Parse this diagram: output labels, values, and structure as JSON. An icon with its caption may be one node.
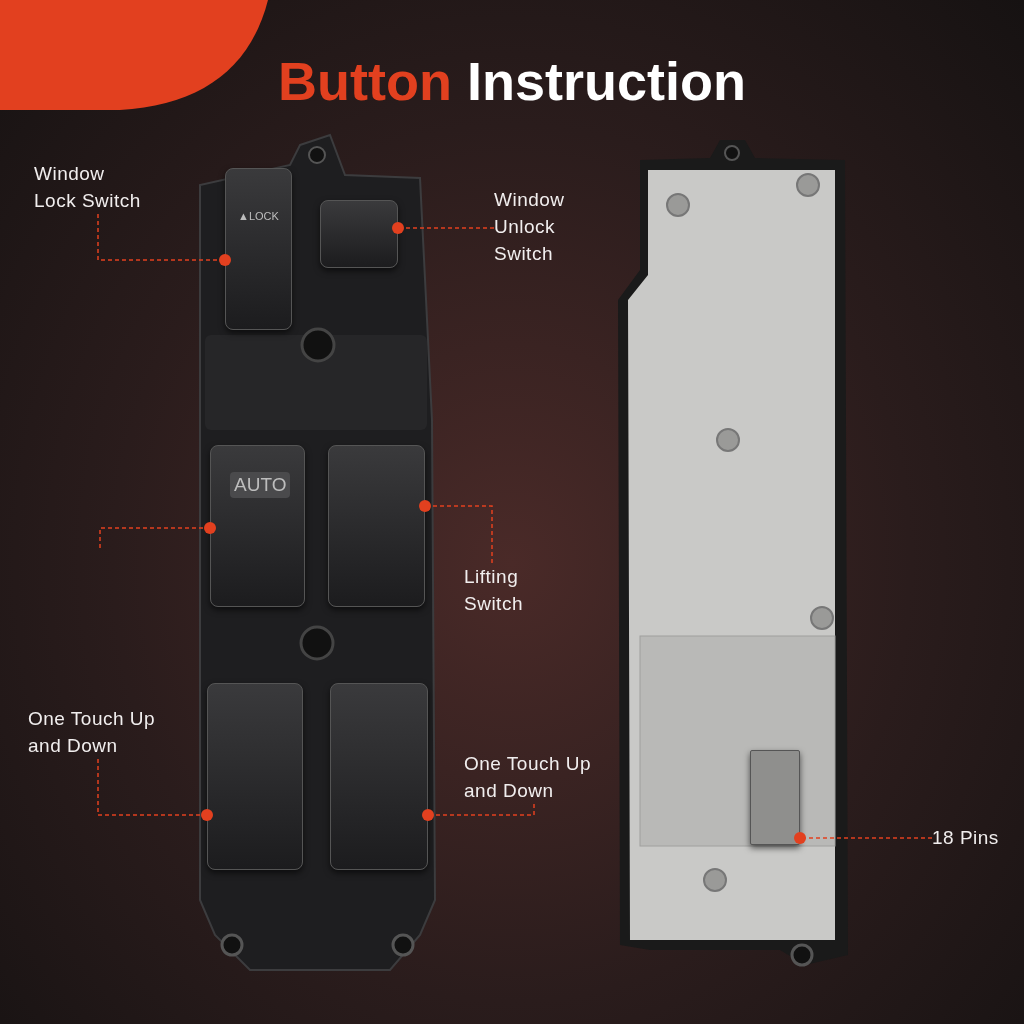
{
  "diagram": {
    "title": "Button Instruction",
    "nodes": [
      {
        "text": [
          "Window Lock Switch"
        ]
      },
      {
        "text": [
          "Window Unlock Switch"
        ]
      },
      {
        "text": [
          "Lifting Switch"
        ]
      },
      {
        "text": [
          "One Touch Up and Down"
        ]
      },
      {
        "text": [
          "One Touch Up and Down"
        ]
      },
      {
        "text": [
          "18 Pins"
        ]
      },
      {
        "text": [],
        "shape": "picture"
      },
      {
        "text": [],
        "shape": "picture"
      },
      {
        "text": [],
        "shape": "picture"
      },
      {
        "text": [],
        "shape": "picture"
      },
      {
        "text": [],
        "shape": "picture"
      },
      {
        "text": [],
        "shape": "picture"
      },
      {
        "text": [],
        "shape": "picture"
      }
    ],
    "edges": [
      {
        "from": 0,
        "to": 6,
        "arrow": "other",
        "style": "dashed"
      },
      {
        "from": 1,
        "to": 7,
        "arrow": "other",
        "style": "dashed"
      },
      {
        "from": null,
        "to": 8,
        "arrow": "other",
        "style": "dashed"
      },
      {
        "from": 2,
        "to": 9,
        "arrow": "other",
        "style": "dashed"
      },
      {
        "from": 3,
        "to": 10,
        "arrow": "other",
        "style": "dashed"
      },
      {
        "from": 4,
        "to": 11,
        "arrow": "other",
        "style": "dashed"
      },
      {
        "from": 5,
        "to": 12,
        "arrow": "other",
        "style": "dashed"
      }
    ],
    "labels": [
      "▲LOCK",
      "AUTO"
    ]
  }
}
